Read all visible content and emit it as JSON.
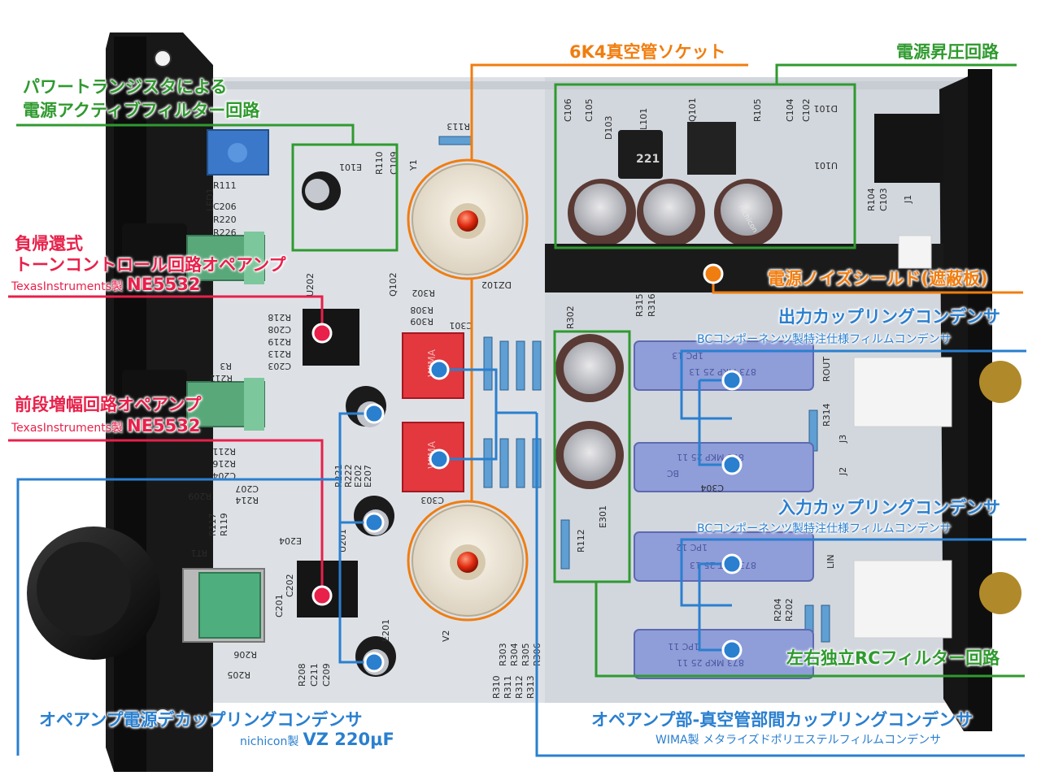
{
  "colors": {
    "green": "#2f9a2f",
    "orange": "#f07d10",
    "red": "#e8204a",
    "blue": "#2a7fcf",
    "board": "#dfe3e8",
    "chassis": "#1a1a1a"
  },
  "labels": {
    "tube_socket": "6K4真空管ソケット",
    "power_boost": "電源昇圧回路",
    "active_filter_1": "パワートランジスタによる",
    "active_filter_2": "電源アクティブフィルター回路",
    "tone_control_1": "負帰還式",
    "tone_control_2": "トーンコントロール回路オペアンプ",
    "tone_control_maker": "TexasInstruments製",
    "tone_control_part": "NE5532",
    "noise_shield": "電源ノイズシールド(遮蔽板)",
    "output_cap": "出力カップリングコンデンサ",
    "output_cap_sub": "BCコンポーネンツ製特注仕様フィルムコンデンサ",
    "preamp_1": "前段増幅回路オペアンプ",
    "preamp_maker": "TexasInstruments製",
    "preamp_part": "NE5532",
    "input_cap": "入力カップリングコンデンサ",
    "input_cap_sub": "BCコンポーネンツ製特注仕様フィルムコンデンサ",
    "rc_filter": "左右独立RCフィルター回路",
    "decoupling": "オペアンプ電源デカップリングコンデンサ",
    "decoupling_maker": "nichicon製",
    "decoupling_part": "VZ 220μF",
    "interstage": "オペアンプ部-真空管部間カップリングコンデンサ",
    "interstage_sub": "WIMA製 メタライズドポリエステルフィルムコンデンサ"
  },
  "silkscreen": {
    "c106": "C106",
    "c105": "C105",
    "d103": "D103",
    "l101": "L101",
    "q101": "Q101",
    "r105": "R105",
    "c104": "C104",
    "c102": "C102",
    "d101": "D101",
    "ind_value": "221",
    "j1": "J1",
    "r104": "R104",
    "c103": "C103",
    "u101": "U101",
    "r113": "R113",
    "y1": "Y1",
    "led1": "LED1",
    "r111": "R111",
    "c206": "C206",
    "r220": "R220",
    "r226": "R226",
    "e101": "E101",
    "r110": "R110",
    "c109": "C109",
    "q102": "Q102",
    "r302": "R302",
    "r308": "R308",
    "r309": "R309",
    "c301": "C301",
    "dz102": "DZ102",
    "r315": "R315",
    "r316": "R316",
    "u202": "U202",
    "r218": "R218",
    "c208": "C208",
    "r219": "R219",
    "r213": "R213",
    "c203": "C203",
    "r3": "R3",
    "r212": "R212",
    "r221": "R221",
    "r222": "R222",
    "e202": "E202",
    "e207": "E207",
    "r211": "R211",
    "r216": "R216",
    "c204": "C204",
    "c207": "C207",
    "r214": "R214",
    "r209": "R209",
    "r117": "R117",
    "r119": "R119",
    "e204": "E204",
    "u201": "U201",
    "rt1": "RT1",
    "c201": "C201",
    "c202": "C202",
    "e201": "E201",
    "r206": "R206",
    "r205": "R205",
    "r208": "R208",
    "c211": "C211",
    "c209": "C209",
    "v2": "V2",
    "c303": "C303",
    "e301": "E301",
    "r112": "R112",
    "r302b": "R302",
    "r303": "R303",
    "r304": "R304",
    "r305": "R305",
    "r306": "R306",
    "r310": "R310",
    "r311": "R311",
    "r312": "R312",
    "r313": "R313",
    "c304": "C304",
    "r314": "R314",
    "rout": "ROUT",
    "j3": "J3",
    "j2": "J2",
    "lin": "LIN",
    "r204": "R204",
    "r202": "R202",
    "film_top1": "1PC 13",
    "film_top2": "873 MKP 25 13",
    "film_mid1": "873 MKP 25 11",
    "film_mid2": "BC",
    "film_in1": "1PC 12",
    "film_in2": "873 MKT 25 13",
    "film_bot1": "1PC 11",
    "film_bot2": "873 MKP 25 11",
    "wima": "WIMA",
    "cap_brand": "nichicon"
  }
}
